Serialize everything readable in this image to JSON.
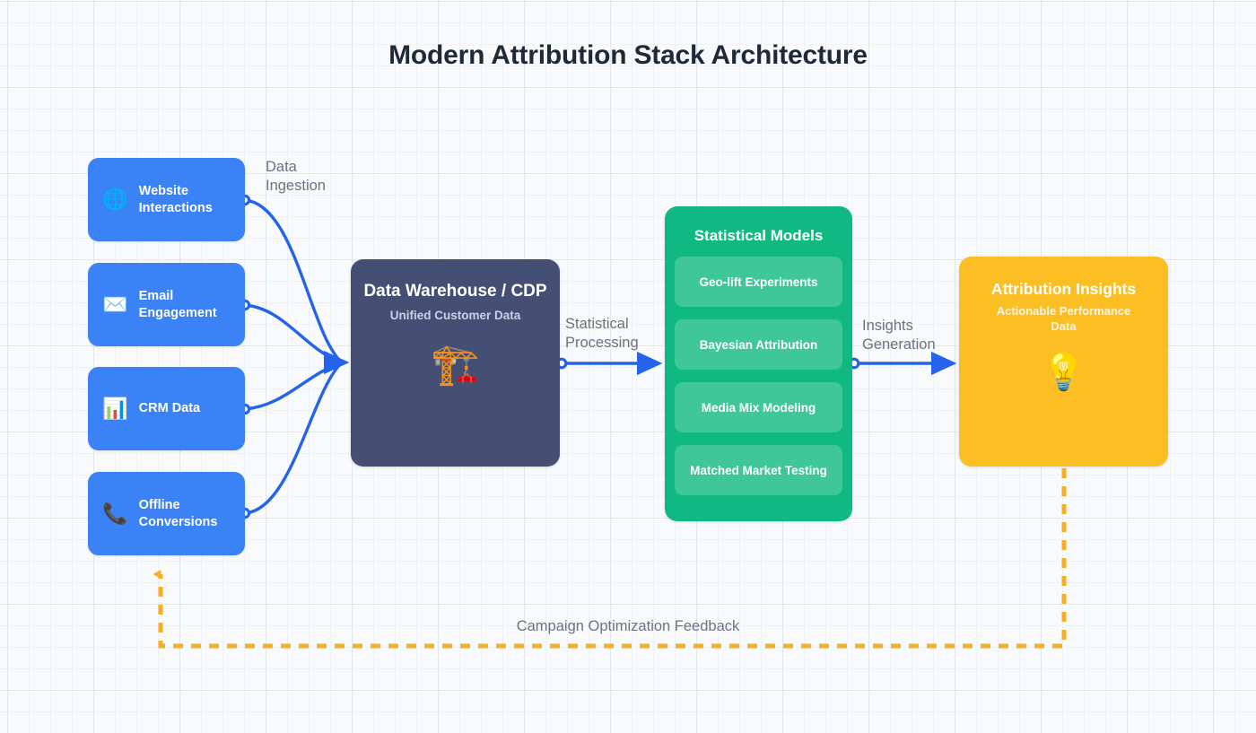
{
  "page": {
    "title": "Modern Attribution Stack Architecture",
    "background_color": "#f8fafc",
    "grid": "on"
  },
  "palette": {
    "source_blue": "#3b82f6",
    "warehouse_slate": "#454f73",
    "models_green": "#10b981",
    "insights_amber": "#fbbf24",
    "edge_blue": "#2563eb",
    "feedback_amber": "#f5ae26",
    "label_gray": "#6b7280",
    "title_ink": "#1f2937"
  },
  "sources": [
    {
      "label": "Website\nInteractions",
      "icon": "globe-icon",
      "glyph": "🌐"
    },
    {
      "label": "Email\nEngagement",
      "icon": "envelope-icon",
      "glyph": "✉️"
    },
    {
      "label": "CRM Data",
      "icon": "bar-chart-icon",
      "glyph": "📊"
    },
    {
      "label": "Offline\nConversions",
      "icon": "telephone-icon",
      "glyph": "📞"
    }
  ],
  "warehouse": {
    "title": "Data Warehouse / CDP",
    "subtitle": "Unified Customer Data",
    "icon": "crane-icon",
    "glyph": "🏗️"
  },
  "models": {
    "title": "Statistical Models",
    "items": [
      "Geo-lift Experiments",
      "Bayesian Attribution",
      "Media Mix Modeling",
      "Matched Market Testing"
    ]
  },
  "insights": {
    "title": "Attribution Insights",
    "subtitle": "Actionable Performance Data",
    "icon": "lightbulb-icon",
    "glyph": "💡"
  },
  "edges": {
    "ingestion": "Data\nIngestion",
    "processing": "Statistical\nProcessing",
    "insights_generation": "Insights\nGeneration",
    "feedback": "Campaign Optimization Feedback"
  }
}
